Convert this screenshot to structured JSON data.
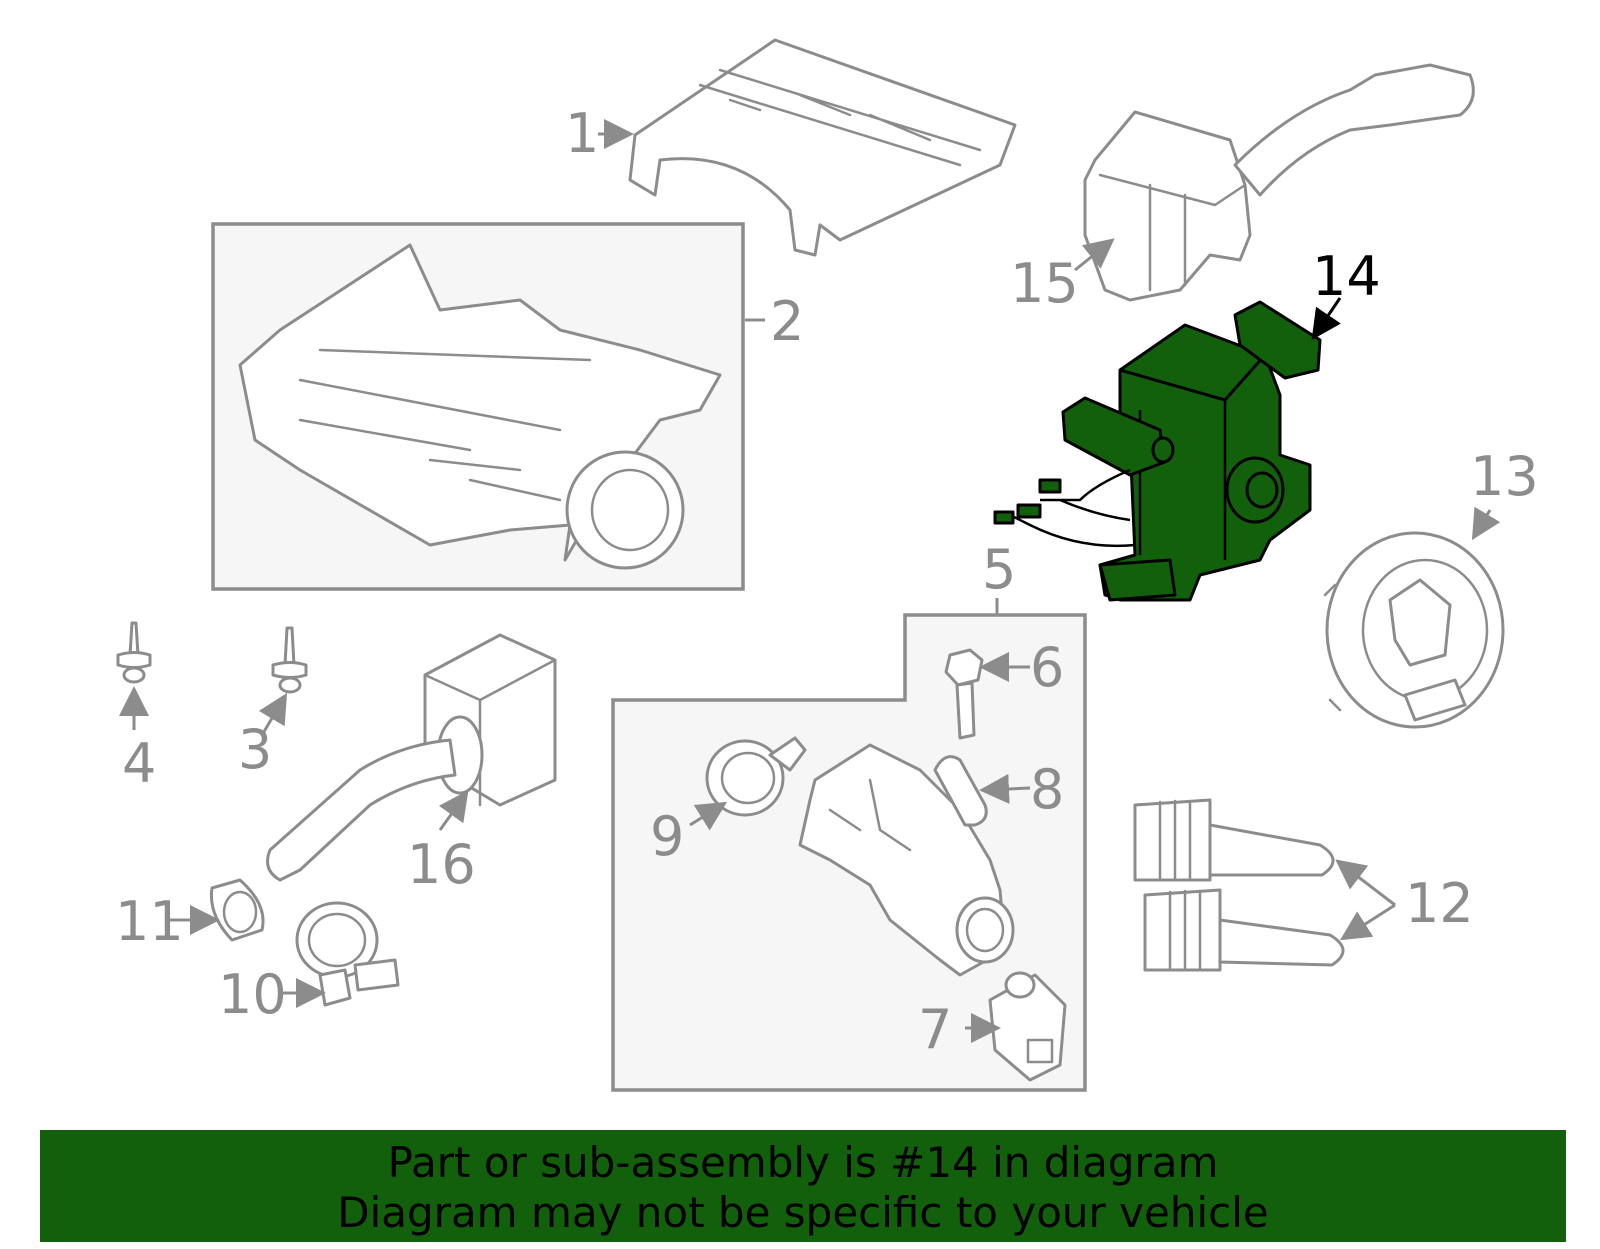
{
  "callouts": {
    "c1": "1",
    "c2": "2",
    "c3": "3",
    "c4": "4",
    "c5": "5",
    "c6": "6",
    "c7": "7",
    "c8": "8",
    "c9": "9",
    "c10": "10",
    "c11": "11",
    "c12": "12",
    "c13": "13",
    "c14": "14",
    "c15": "15",
    "c16": "16"
  },
  "highlighted_part": "14",
  "colors": {
    "highlight": "#12600b",
    "line_art": "#8c8c8c",
    "banner": "#12600b"
  },
  "banner": {
    "line1": "Part or sub-assembly is #14 in diagram",
    "line2": "Diagram may not be specific to your vehicle"
  }
}
